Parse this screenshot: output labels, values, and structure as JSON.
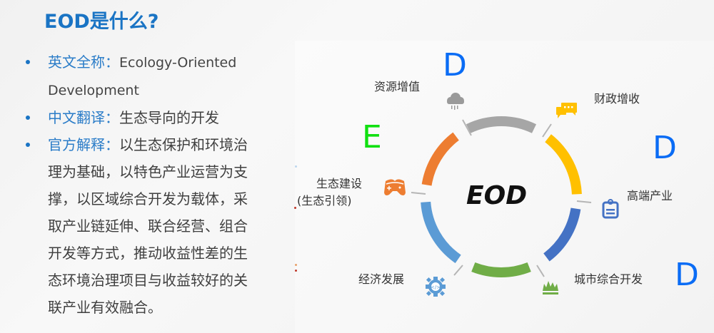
{
  "title": "EOD是什么?",
  "bullets": [
    {
      "key": "英文全称",
      "sep": "：",
      "value": "Ecology-Oriented Development"
    },
    {
      "key": "中文翻译",
      "sep": "：",
      "value": "生态导向的开发"
    },
    {
      "key": "官方解释",
      "sep": "：",
      "value": "以生态保护和环境治理为基础，以特色产业运营为支撑，以区域综合开发为载体，采取产业链延伸、联合经营、组合开发等方式，推动收益性差的生态环境治理项目与收益较好的关联产业有效融合。"
    }
  ],
  "bullet_lines": {
    "b1_line1": "Ecology-Oriented",
    "b1_line2": "Development",
    "b3_line1": "以生态保护和环境治",
    "b3_line2": "理为基础，以特色产业运营为支",
    "b3_line3": "撑，以区域综合开发为载体，采",
    "b3_line4": "取产业链延伸、联合经营、组合",
    "b3_line5": "开发等方式，推动收益性差的生",
    "b3_line6": "态环境治理项目与收益较好的关",
    "b3_line7": "联产业有效融合。"
  },
  "diagram": {
    "center_label": "EOD",
    "segments": [
      {
        "label": "资源增值",
        "icon": "cloud-rain-icon",
        "color": "#a6a6a6"
      },
      {
        "label": "财政增收",
        "icon": "chat-bubbles-icon",
        "color": "#ffc000"
      },
      {
        "label": "高端产业",
        "icon": "clipboard-icon",
        "color": "#4472c4"
      },
      {
        "label": "城市综合开发",
        "icon": "grass-icon",
        "color": "#70ad47"
      },
      {
        "label": "经济发展",
        "icon": "gear-code-icon",
        "color": "#5b9bd5"
      },
      {
        "label": "生态建设",
        "sublabel": "(生态引领)",
        "icon": "gamepad-icon",
        "color": "#ed7d31"
      }
    ],
    "letters": [
      {
        "text": "D",
        "color": "#0a6cf5"
      },
      {
        "text": "E",
        "color": "#11e011"
      },
      {
        "text": "D",
        "color": "#0a6cf5"
      },
      {
        "text": "D",
        "color": "#0a6cf5"
      }
    ]
  }
}
